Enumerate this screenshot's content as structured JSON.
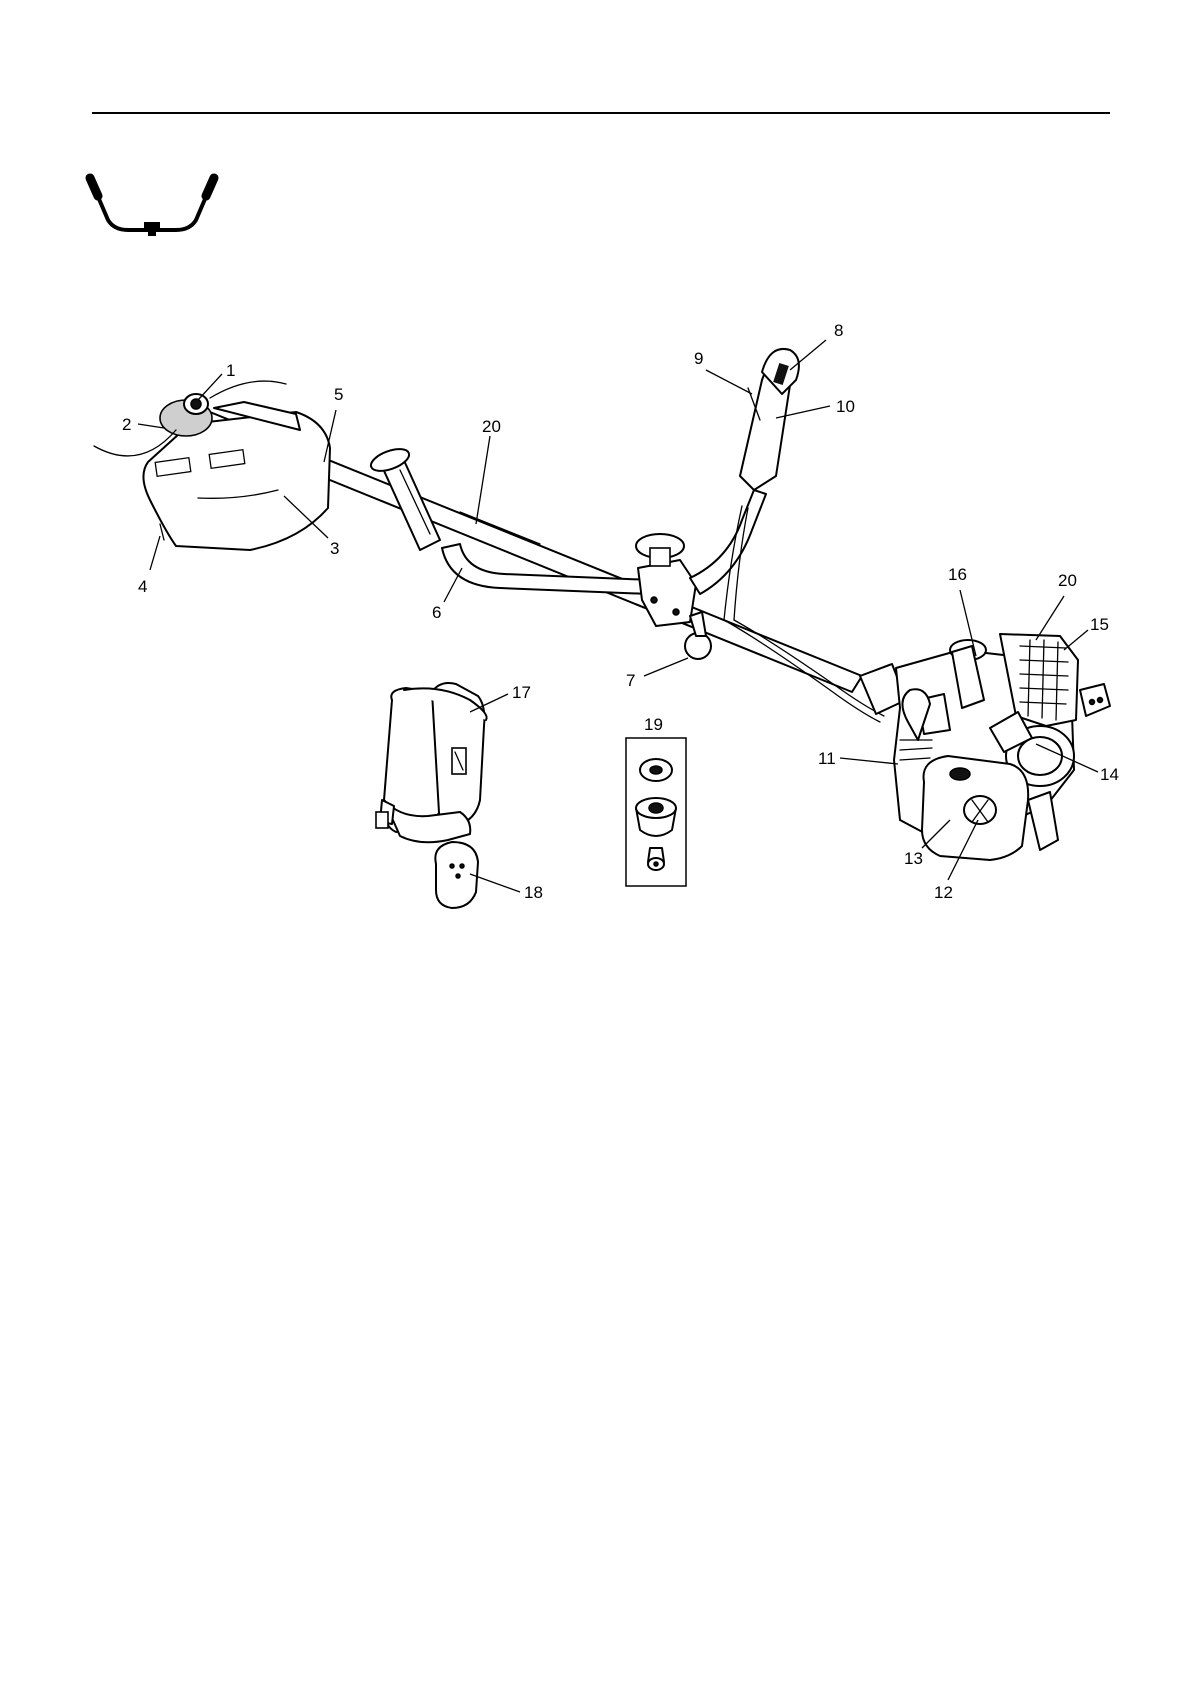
{
  "callouts": {
    "c1": "1",
    "c2": "2",
    "c3": "3",
    "c4": "4",
    "c5": "5",
    "c6": "6",
    "c7": "7",
    "c8": "8",
    "c9": "9",
    "c10": "10",
    "c11": "11",
    "c12": "12",
    "c13": "13",
    "c14": "14",
    "c15": "15",
    "c16": "16",
    "c17": "17",
    "c18": "18",
    "c19": "19",
    "c20a": "20",
    "c20b": "20"
  },
  "icons": {
    "handle": "bike-handle-icon"
  }
}
